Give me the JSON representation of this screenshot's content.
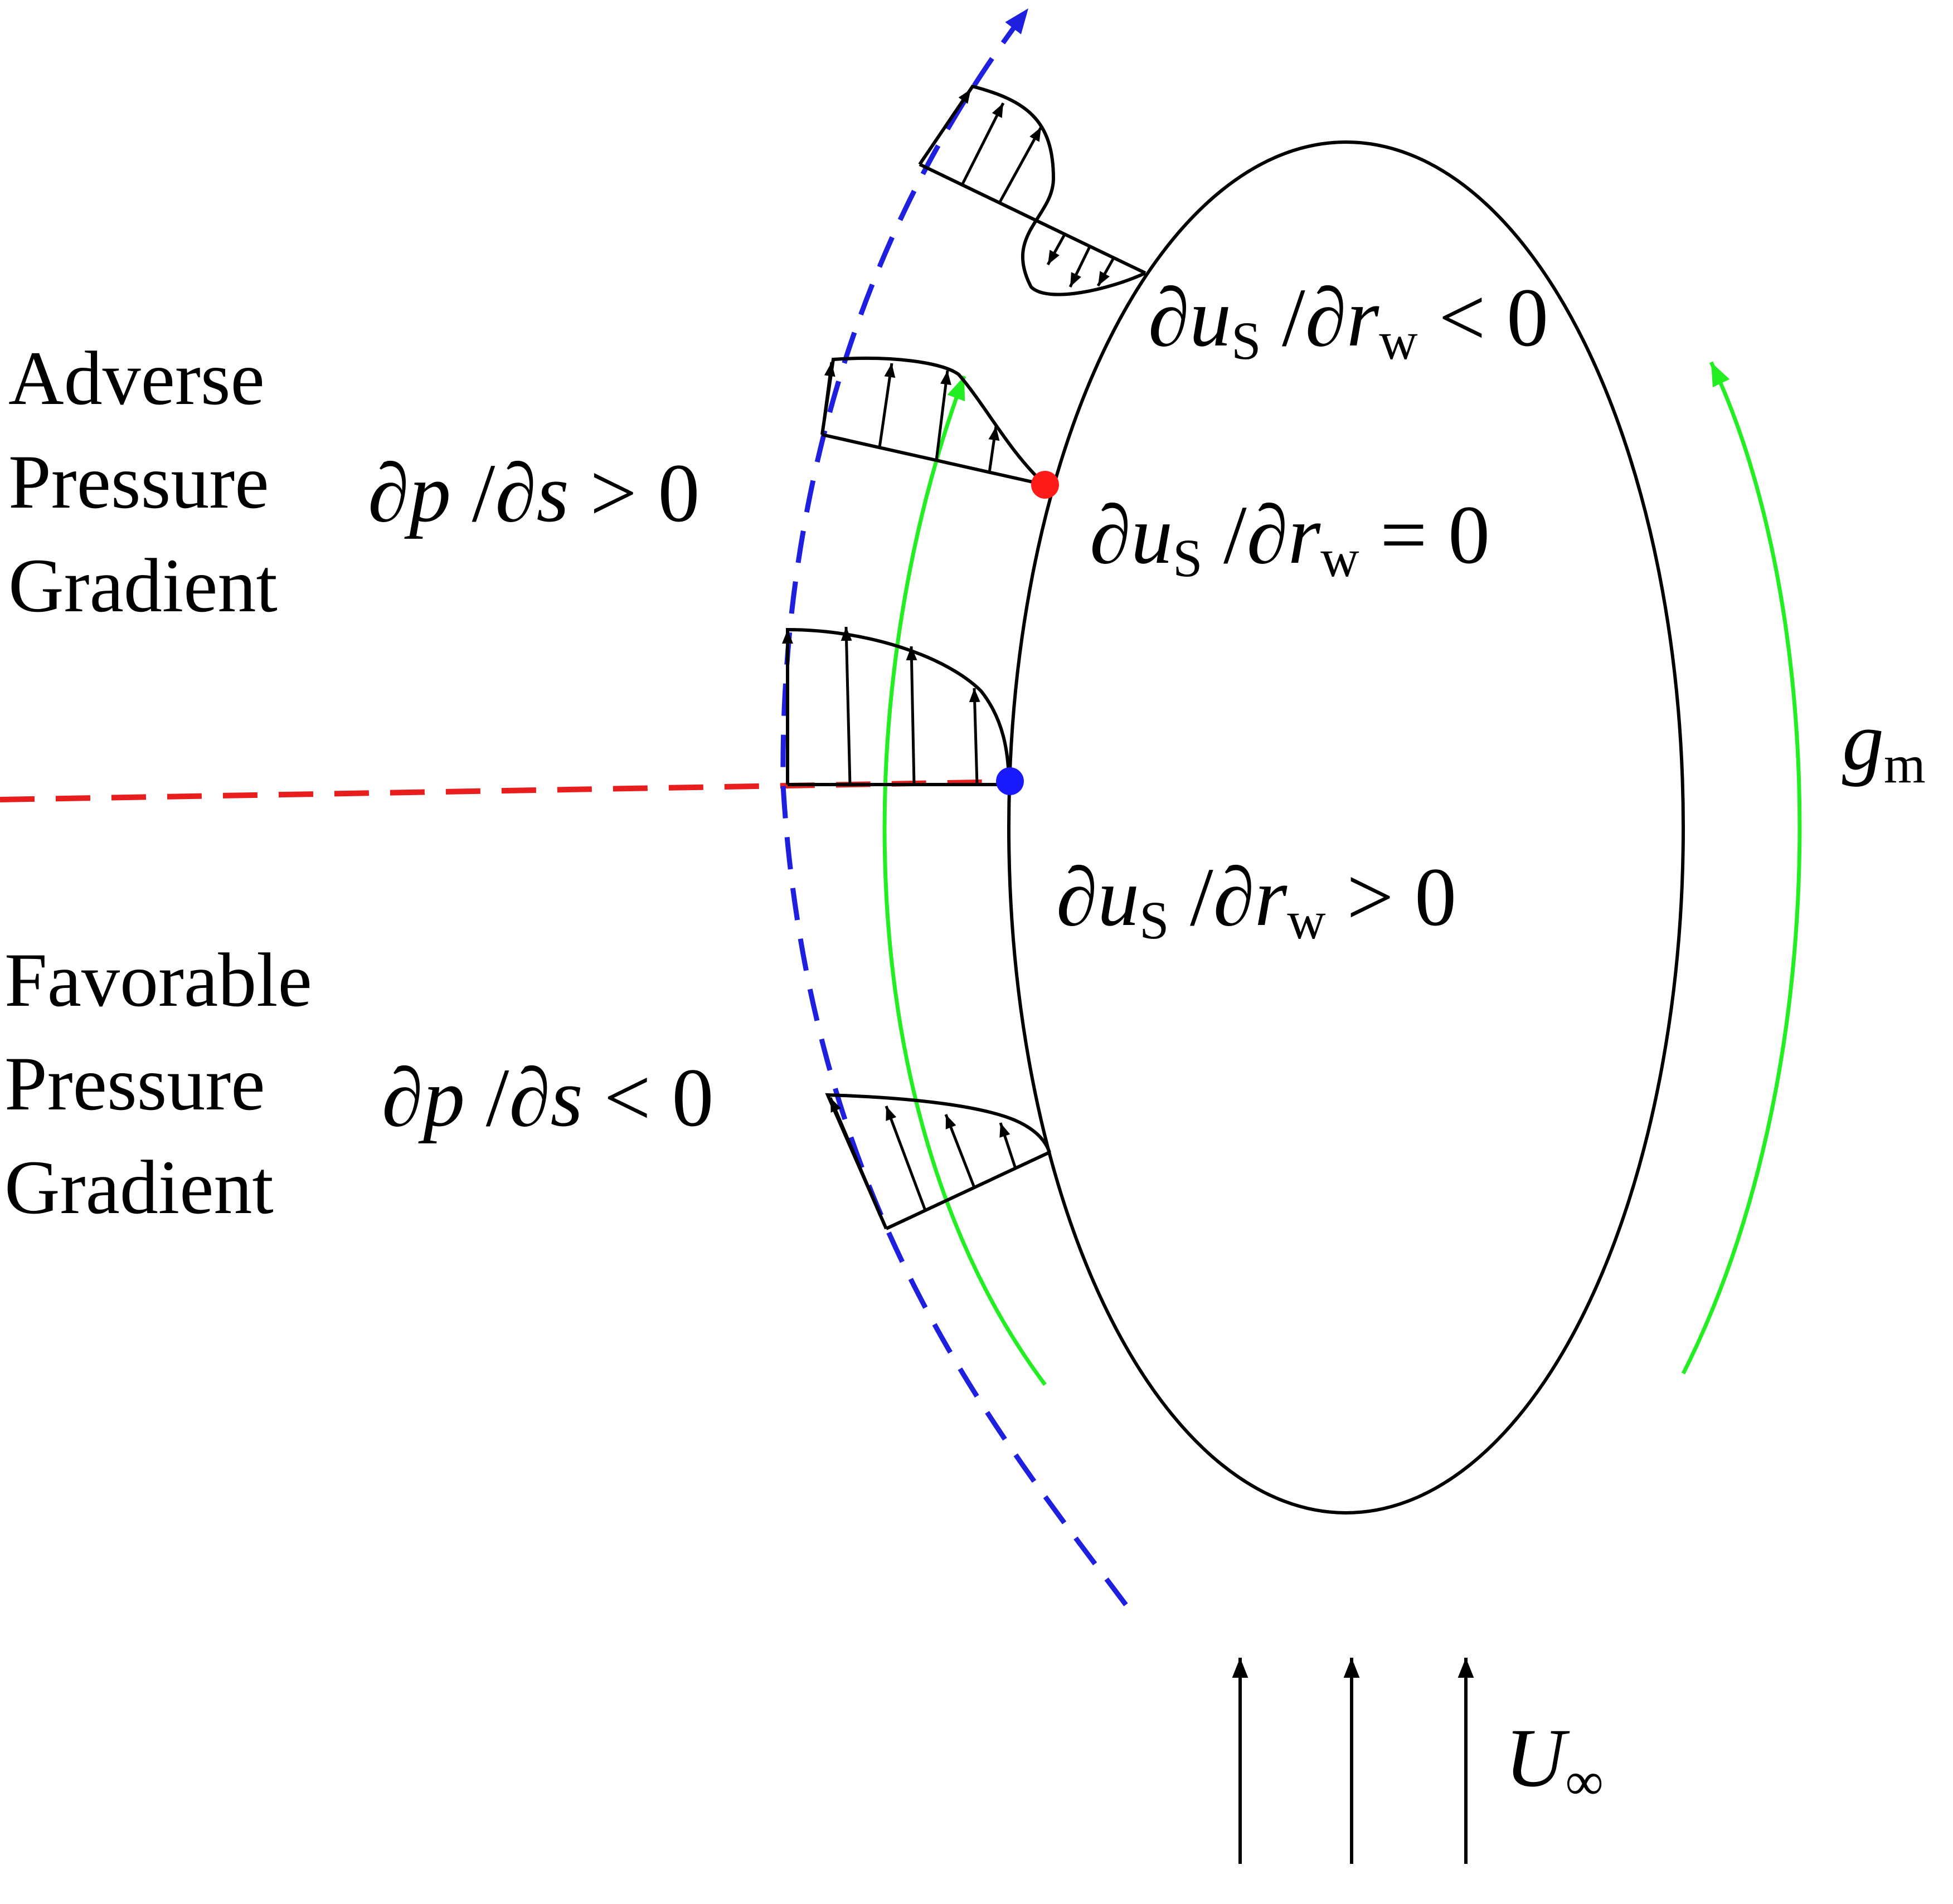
{
  "regions": {
    "adverse": {
      "line1": "Adverse",
      "line2": "Pressure",
      "line3": "Gradient"
    },
    "favorable": {
      "line1": "Favorable",
      "line2": "Pressure",
      "line3": "Gradient"
    }
  },
  "equations": {
    "adverse_dp": {
      "partial1": "∂",
      "var1": "p",
      "slash": " /",
      "partial2": "∂",
      "var2": "s",
      "rel": "> 0"
    },
    "favorable_dp": {
      "partial1": "∂",
      "var1": "p",
      "slash": " /",
      "partial2": "∂",
      "var2": "s",
      "rel": "< 0"
    },
    "shear_negative": {
      "partial1": "∂",
      "var1": "u",
      "sub1": "S",
      "slash": " /",
      "partial2": "∂",
      "var2": "r",
      "sub2": "w",
      "rel": "< 0"
    },
    "shear_zero": {
      "partial1": "∂",
      "var1": "u",
      "sub1": "S",
      "slash": " /",
      "partial2": "∂",
      "var2": "r",
      "sub2": "w",
      "rel": "= 0"
    },
    "shear_positive": {
      "partial1": "∂",
      "var1": "u",
      "sub1": "S",
      "slash": " /",
      "partial2": "∂",
      "var2": "r",
      "sub2": "w",
      "rel": "> 0"
    }
  },
  "symbols": {
    "g_main": "g",
    "g_sub": "m",
    "freestream_main": "U",
    "freestream_sub": "∞"
  },
  "colors": {
    "outline": "#000000",
    "edge_dashed": "#1f1fe0",
    "axis_dashed": "#e81e1e",
    "circulation": "#22ee22",
    "separation_point": "#ff1a1a",
    "stagnation_point": "#1a1aff"
  }
}
